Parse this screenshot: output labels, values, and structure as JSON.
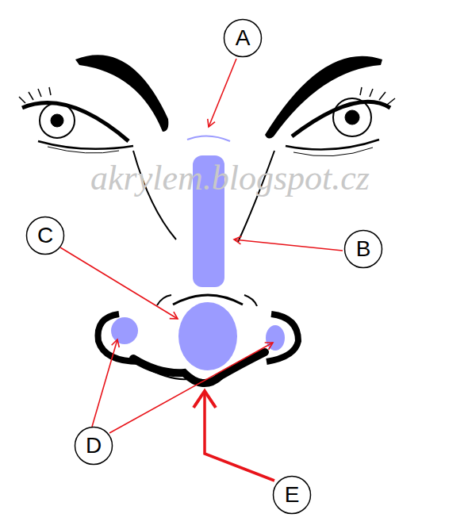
{
  "diagram": {
    "nodes": [
      {
        "text": [
          "A"
        ]
      },
      {
        "text": [
          "C"
        ]
      },
      {
        "text": [
          "B"
        ]
      },
      {
        "text": [
          "D"
        ]
      },
      {
        "text": [
          "E"
        ]
      }
    ],
    "labels": [
      "akrylem.blogspot.cz"
    ]
  }
}
